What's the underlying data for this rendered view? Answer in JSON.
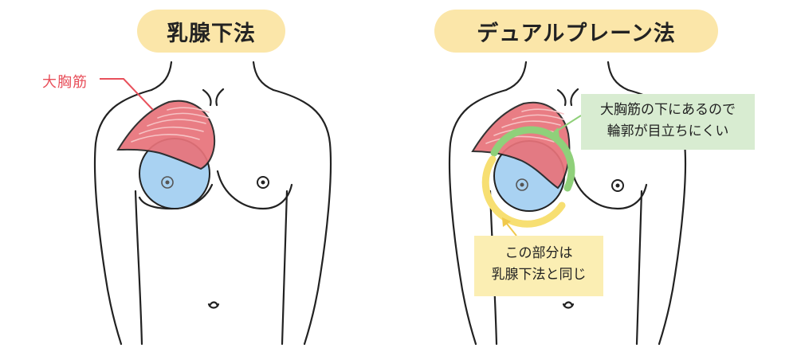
{
  "left_panel": {
    "title": "乳腺下法",
    "muscle_label": "大胸筋"
  },
  "right_panel": {
    "title": "デュアルプレーン法",
    "green_callout": {
      "line1": "大胸筋の下にあるので",
      "line2": "輪郭が目立ちにくい"
    },
    "yellow_callout": {
      "line1": "この部分は",
      "line2": "乳腺下法と同じ"
    }
  },
  "colors": {
    "title_pill": "#fbe6a9",
    "muscle": "#e8737a",
    "muscle_label": "#e8505b",
    "implant": "#a9d2f2",
    "green_arc": "#8fd07a",
    "yellow_arc": "#f7df72",
    "green_box": "#d8ecd1",
    "yellow_box": "#fbeeb3",
    "outline": "#222222"
  }
}
